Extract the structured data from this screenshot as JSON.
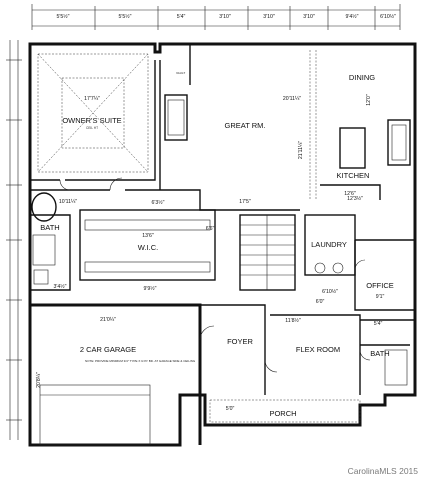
{
  "rooms": {
    "owners_suite": "OWNER'S SUITE",
    "great_room": "GREAT RM.",
    "dining": "DINING",
    "kitchen": "KITCHEN",
    "bath_left": "BATH",
    "wic": "W.I.C.",
    "laundry": "LAUNDRY",
    "office": "OFFICE",
    "garage": "2 CAR GARAGE",
    "foyer": "FOYER",
    "flex_room": "FLEX ROOM",
    "bath_right": "BATH",
    "porch": "PORCH"
  },
  "top_dimensions": [
    "5'5½\"",
    "5'5½\"",
    "5'4\"",
    "3'10\"",
    "3'10\"",
    "3'10\"",
    "9'4½\"",
    "6'10½\""
  ],
  "dimensions": {
    "owners_suite": "17'7¼\"",
    "great_room": "20'11¼\"",
    "great_room_side": "21'11¼\"",
    "wic": "13'6\"",
    "foyer_span": "17'5\"",
    "garage": "21'0¼\"",
    "garage_side": "20'8¼\"",
    "flex_room": "11'8½\"",
    "bath_left": "10'11¼\"",
    "dining": "12'0\"",
    "kitchen": "12'3½\"",
    "laundry": "6'10½\"",
    "office": "9'1\"",
    "hall": "9'9½\"",
    "office_w": "6'0\"",
    "bath_right": "5'4\"",
    "small_a": "6'3½\"",
    "small_b": "3'4½\"",
    "misc_a": "12'6\"",
    "misc_b": "6'6\"",
    "misc_c": "5'0\""
  },
  "notes": {
    "garage_note": "NOTE: PROVIDE MINIMUM 3/4\" TYPE X GYP. BD. AT GARAGE SIDE & CEILING",
    "vault": "VAULT",
    "sub_label": "CEIL HT"
  },
  "watermark": "CarolinaMLS 2015"
}
